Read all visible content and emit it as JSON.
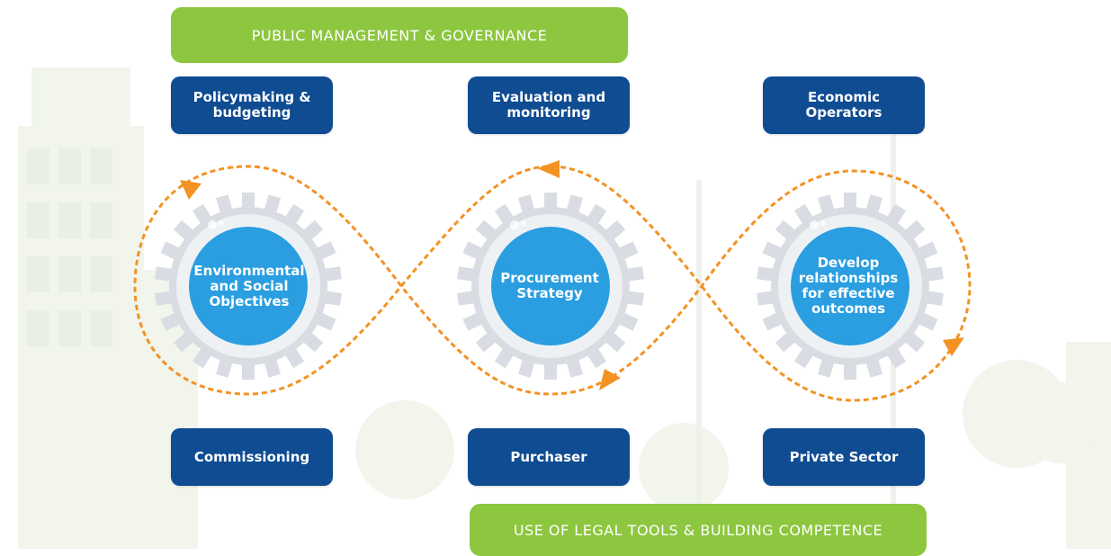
{
  "top_banner": "PUBLIC MANAGEMENT & GOVERNANCE",
  "bottom_banner": "USE OF LEGAL TOOLS & BUILDING COMPETENCE",
  "top_boxes": [
    "Policymaking &\nbudgeting",
    "Evaluation and\nmonitoring",
    "Economic\nOperators"
  ],
  "bottom_boxes": [
    "Commissioning",
    "Purchaser",
    "Private Sector"
  ],
  "gears": [
    "Environmental\nand Social\nObjectives",
    "Procurement\nStrategy",
    "Develop\nrelationships\nfor effective\noutcomes"
  ],
  "colors": {
    "banner_green": "#8dc63f",
    "box_blue": "#0f4c92",
    "gear_grey": "#d9dde3",
    "gear_blue": "#2a9ee0",
    "loop_orange": "#f39224"
  }
}
